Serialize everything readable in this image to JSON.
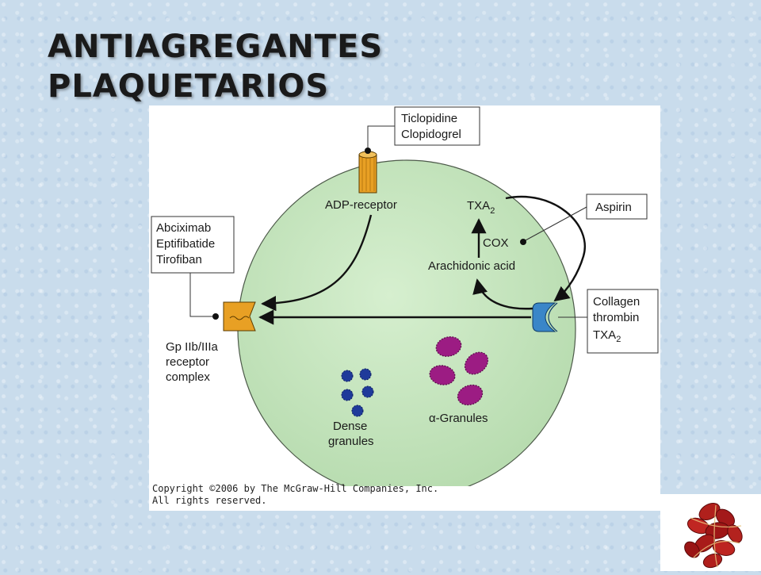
{
  "slide": {
    "title_line1": "ANTIAGREGANTES",
    "title_line2": "PLAQUETARIOS"
  },
  "diagram": {
    "boxes": {
      "top_line1": "Ticlopidine",
      "top_line2": "Clopidogrel",
      "left_line1": "Abciximab",
      "left_line2": "Eptifibatide",
      "left_line3": "Tirofiban",
      "aspirin": "Aspirin",
      "right_line1": "Collagen",
      "right_line2": "thrombin",
      "right_line3": "TXA",
      "right_line3_sub": "2"
    },
    "labels": {
      "adp_receptor": "ADP-receptor",
      "txa": "TXA",
      "txa_sub": "2",
      "cox": "COX",
      "arachidonic_acid": "Arachidonic acid",
      "gp_line1": "Gp IIb/IIIa",
      "gp_line2": "receptor",
      "gp_line3": "complex",
      "dense_line1": "Dense",
      "dense_line2": "granules",
      "alpha_granules": "α-Granules"
    },
    "copyright_line1": "Copyright ©2006 by The McGraw-Hill Companies, Inc.",
    "copyright_line2": "All rights reserved."
  },
  "colors": {
    "platelet_fill": "#c9e7c1",
    "receptor_orange": "#e8a024",
    "receptor_blue": "#3a86c8",
    "alpha_granule": "#9c1c83",
    "dense_granule": "#1f3a9a"
  }
}
